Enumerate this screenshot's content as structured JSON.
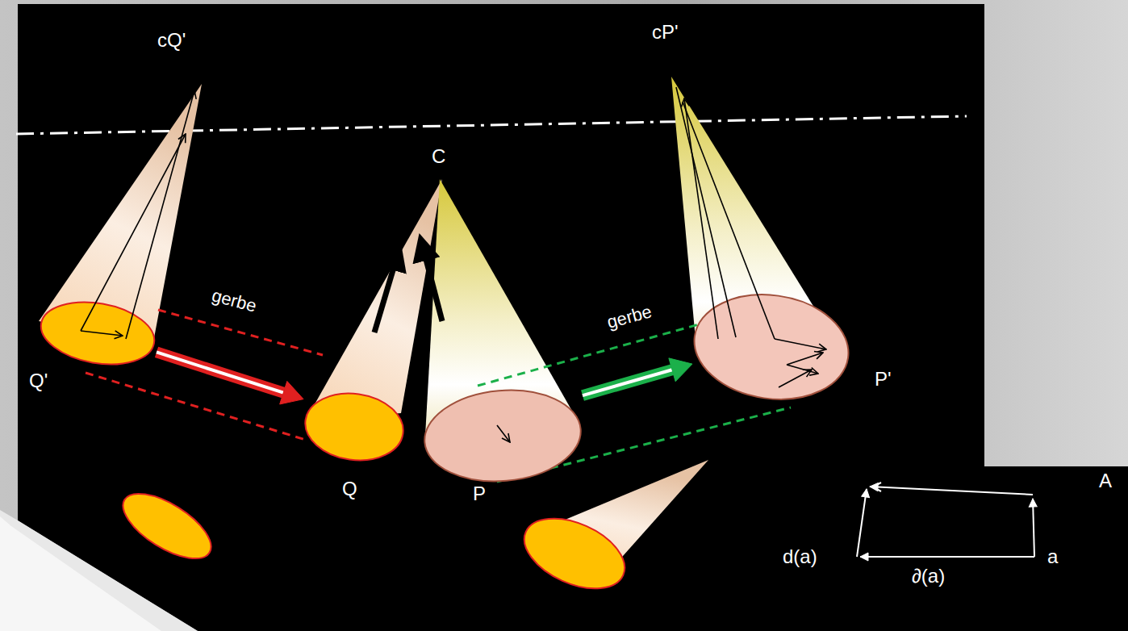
{
  "diagram": {
    "nodes": [
      {
        "text": [
          "Q'"
        ]
      },
      {
        "text": [
          "Q"
        ]
      },
      {
        "text": [
          "P"
        ]
      },
      {
        "text": [
          "P'"
        ]
      }
    ],
    "edges": [
      {
        "from": 0,
        "to": 1,
        "label": "gerbe",
        "arrow": "to"
      },
      {
        "from": 2,
        "to": 3,
        "label": "gerbe",
        "arrow": "to"
      }
    ],
    "labels": [
      "cQ'",
      "cP'",
      "C",
      "A",
      "d(a)",
      "∂(a)",
      "a"
    ]
  }
}
